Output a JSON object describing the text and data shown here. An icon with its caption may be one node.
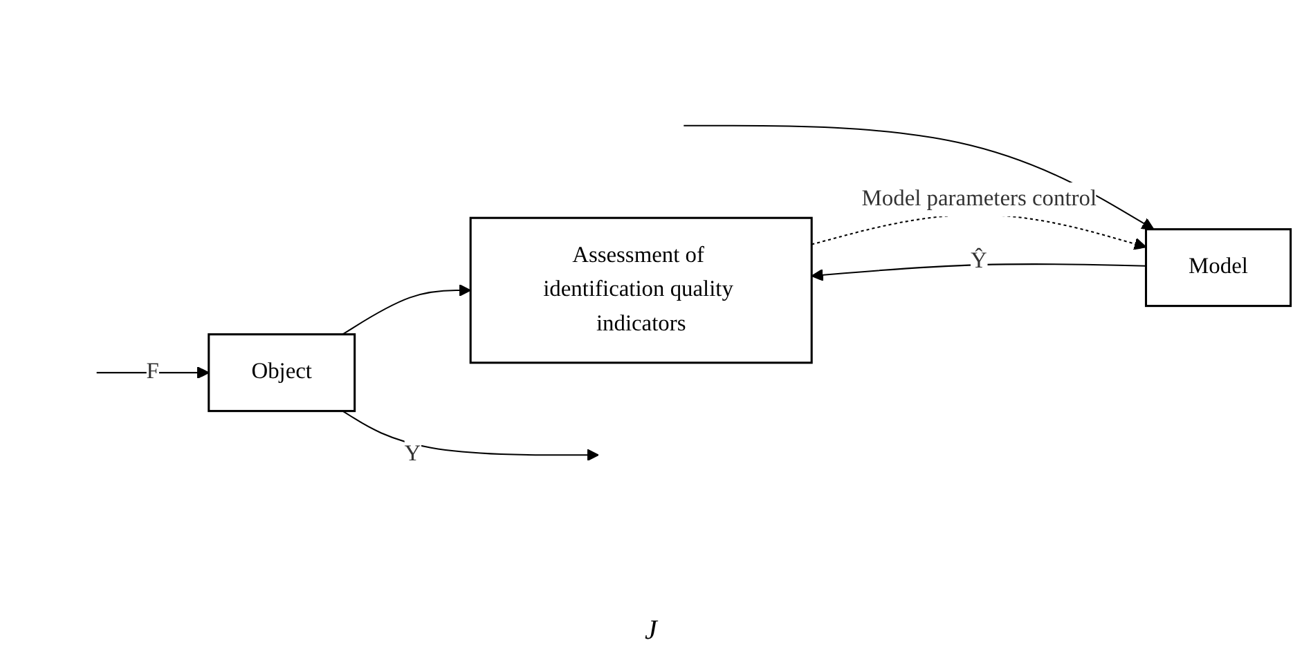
{
  "diagram": {
    "nodes": [
      {
        "text": [
          "Object"
        ]
      },
      {
        "text": [
          "Model"
        ]
      },
      {
        "text": [
          "Assessment of identification quality indicators"
        ]
      }
    ],
    "edges": [
      {
        "from": null,
        "to": 0,
        "arrow": "to",
        "label": "F"
      },
      {
        "from": null,
        "to": 1,
        "arrow": "to"
      },
      {
        "from": 0,
        "to": null,
        "arrow": "to",
        "label": "Y"
      },
      {
        "from": 0,
        "to": 2,
        "arrow": "to"
      },
      {
        "from": 1,
        "to": 2,
        "arrow": "to",
        "label": "Ŷ"
      },
      {
        "from": 2,
        "to": 1,
        "arrow": "to",
        "style": "dashed",
        "label": "Model parameters control"
      }
    ],
    "labels": [
      "J"
    ]
  }
}
